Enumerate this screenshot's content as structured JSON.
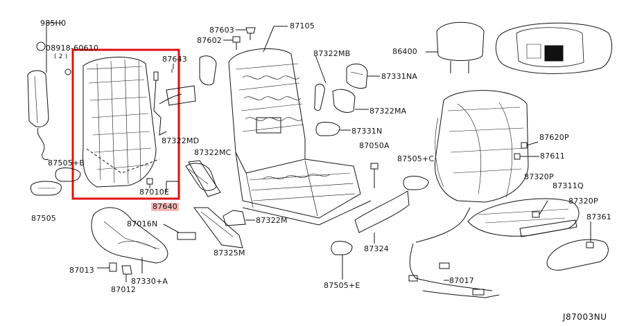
{
  "diagram": {
    "code": "J87003NU",
    "highlight_color": "#e01010",
    "labels": {
      "p985h0": "985H0",
      "p08918": "08918-60610",
      "pcount2": "( 2 )",
      "p87643": "87643",
      "p87603": "87603",
      "p87602": "87602",
      "p87105": "87105",
      "p87322mb": "87322MB",
      "p86400": "86400",
      "p87331na": "87331NA",
      "p87322ma": "87322MA",
      "p87331n": "87331N",
      "p87322md": "87322MD",
      "p87050a": "87050A",
      "p87322mc": "87322MC",
      "p87505b": "87505+B",
      "p87505c": "87505+C",
      "p87010e": "87010E",
      "p87640": "87640",
      "p87505": "87505",
      "p87016n": "87016N",
      "p87322m": "87322M",
      "p87325m": "87325M",
      "p87324": "87324",
      "p87013": "87013",
      "p87330a": "87330+A",
      "p87012": "87012",
      "p87505e": "87505+E",
      "p87017": "87017",
      "p87620p": "87620P",
      "p87611": "87611",
      "p87320p_a": "87320P",
      "p87311q": "87311Q",
      "p87320p_b": "87320P",
      "p87361": "87361"
    }
  }
}
